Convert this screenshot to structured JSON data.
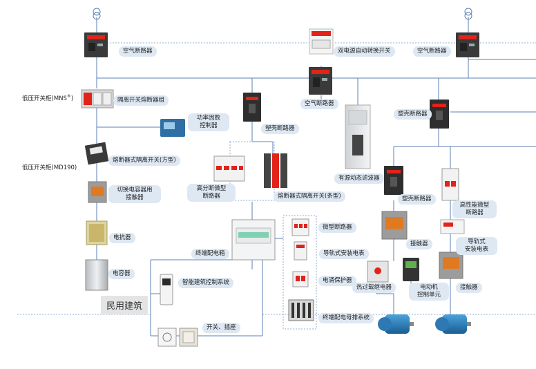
{
  "labels": {
    "acb_left": "空气断路器",
    "ats": "双电源自动转换开关",
    "acb_right": "空气断路器",
    "mns": "低压开关柜(MNS",
    "mns_sup": "®",
    "mns_end": ")",
    "isolator_fuse": "隔离开关熔断器组",
    "acb_center": "空气断路器",
    "pf_ctrl_1": "功率因数",
    "pf_ctrl_2": "控制器",
    "mccb_center": "塑壳断路器",
    "mccb_right": "塑壳断路器",
    "fuse_switch_square": "熔断器式隔离开关(方型)",
    "md190": "低压开关柜(MD190)",
    "active_filter": "有源动态滤波器",
    "mcb_high_1": "高分断微型",
    "mcb_high_2": "断路器",
    "fuse_switch_strip": "熔断器式隔离开关(条型)",
    "mccb_low": "塑壳断路器",
    "contactor_sw_1": "切换电容器用",
    "contactor_sw_2": "接触器",
    "high_mcb_1": "高性能微型",
    "high_mcb_2": "断路器",
    "mcb": "微型断路器",
    "terminal_box": "终端配电箱",
    "reactor": "电抗器",
    "din_meter": "导轨式安装电表",
    "din_meter_r1": "导轨式",
    "din_meter_r2": "安装电表",
    "contactor_mid": "接触器",
    "contactor_right": "接触器",
    "capacitor": "电容器",
    "surge": "电涌保护器",
    "smart_building": "智能建筑控制系统",
    "thermal_relay": "热过载继电器",
    "motor_ctrl_1": "电动机",
    "motor_ctrl_2": "控制单元",
    "civil_building": "民用建筑",
    "busbar": "终端配电母排系统",
    "switch_socket": "开关、插座"
  },
  "colors": {
    "line": "#5b7fb4",
    "label_bg": "#dde8f3",
    "abb_red": "#e2231a",
    "device_dark": "#3a3a3a",
    "dash": "#6f93c4"
  }
}
